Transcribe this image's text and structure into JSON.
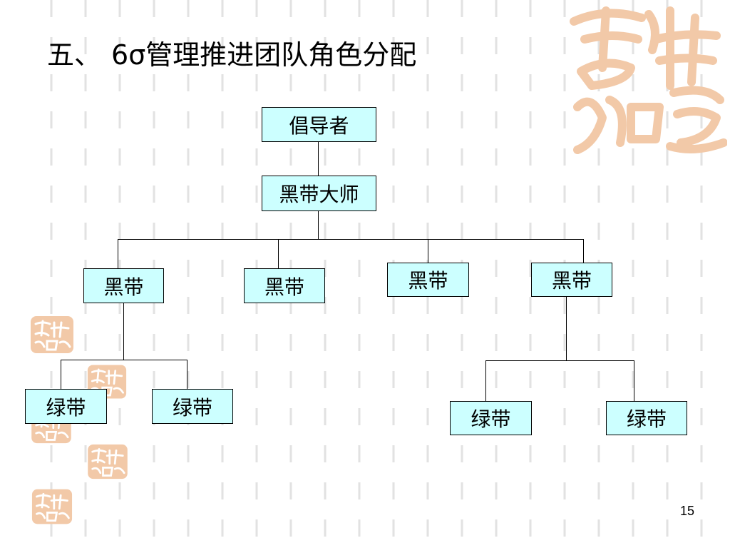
{
  "slide": {
    "title_number": "五、",
    "title_text": "6σ管理推进团队角色分配",
    "page_number": "15"
  },
  "org_chart": {
    "champion": "倡导者",
    "master_black_belt": "黑带大师",
    "black_belts": [
      "黑带",
      "黑带",
      "黑带",
      "黑带"
    ],
    "green_belts_group_1": [
      "绿带",
      "绿带"
    ],
    "green_belts_group_2": [
      "绿带",
      "绿带"
    ]
  },
  "colors": {
    "node_fill": "#ccffff",
    "node_border": "#000000",
    "decoration": "#f2c9a8",
    "stripe": "#e2e2e2"
  },
  "decorations": {
    "seal_icon": "calligraphy-seal-icon"
  }
}
